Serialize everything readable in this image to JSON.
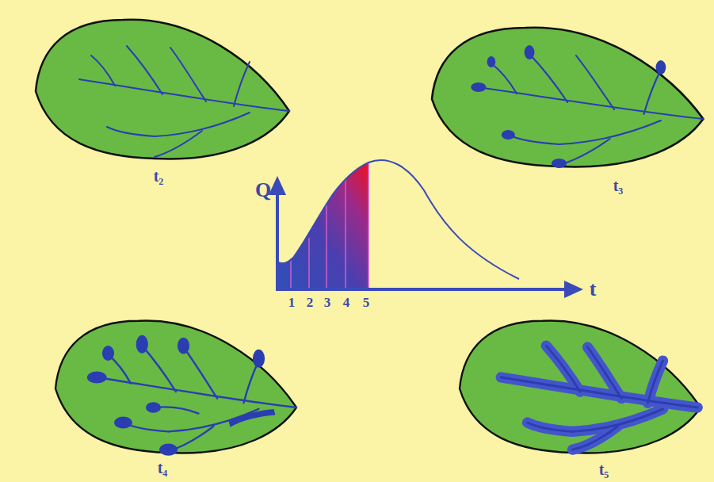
{
  "diagram": {
    "labels": [
      "Q",
      "t",
      "1",
      "2",
      "3",
      "4",
      "5",
      "t₂",
      "t₃",
      "t₄",
      "t₅"
    ]
  }
}
